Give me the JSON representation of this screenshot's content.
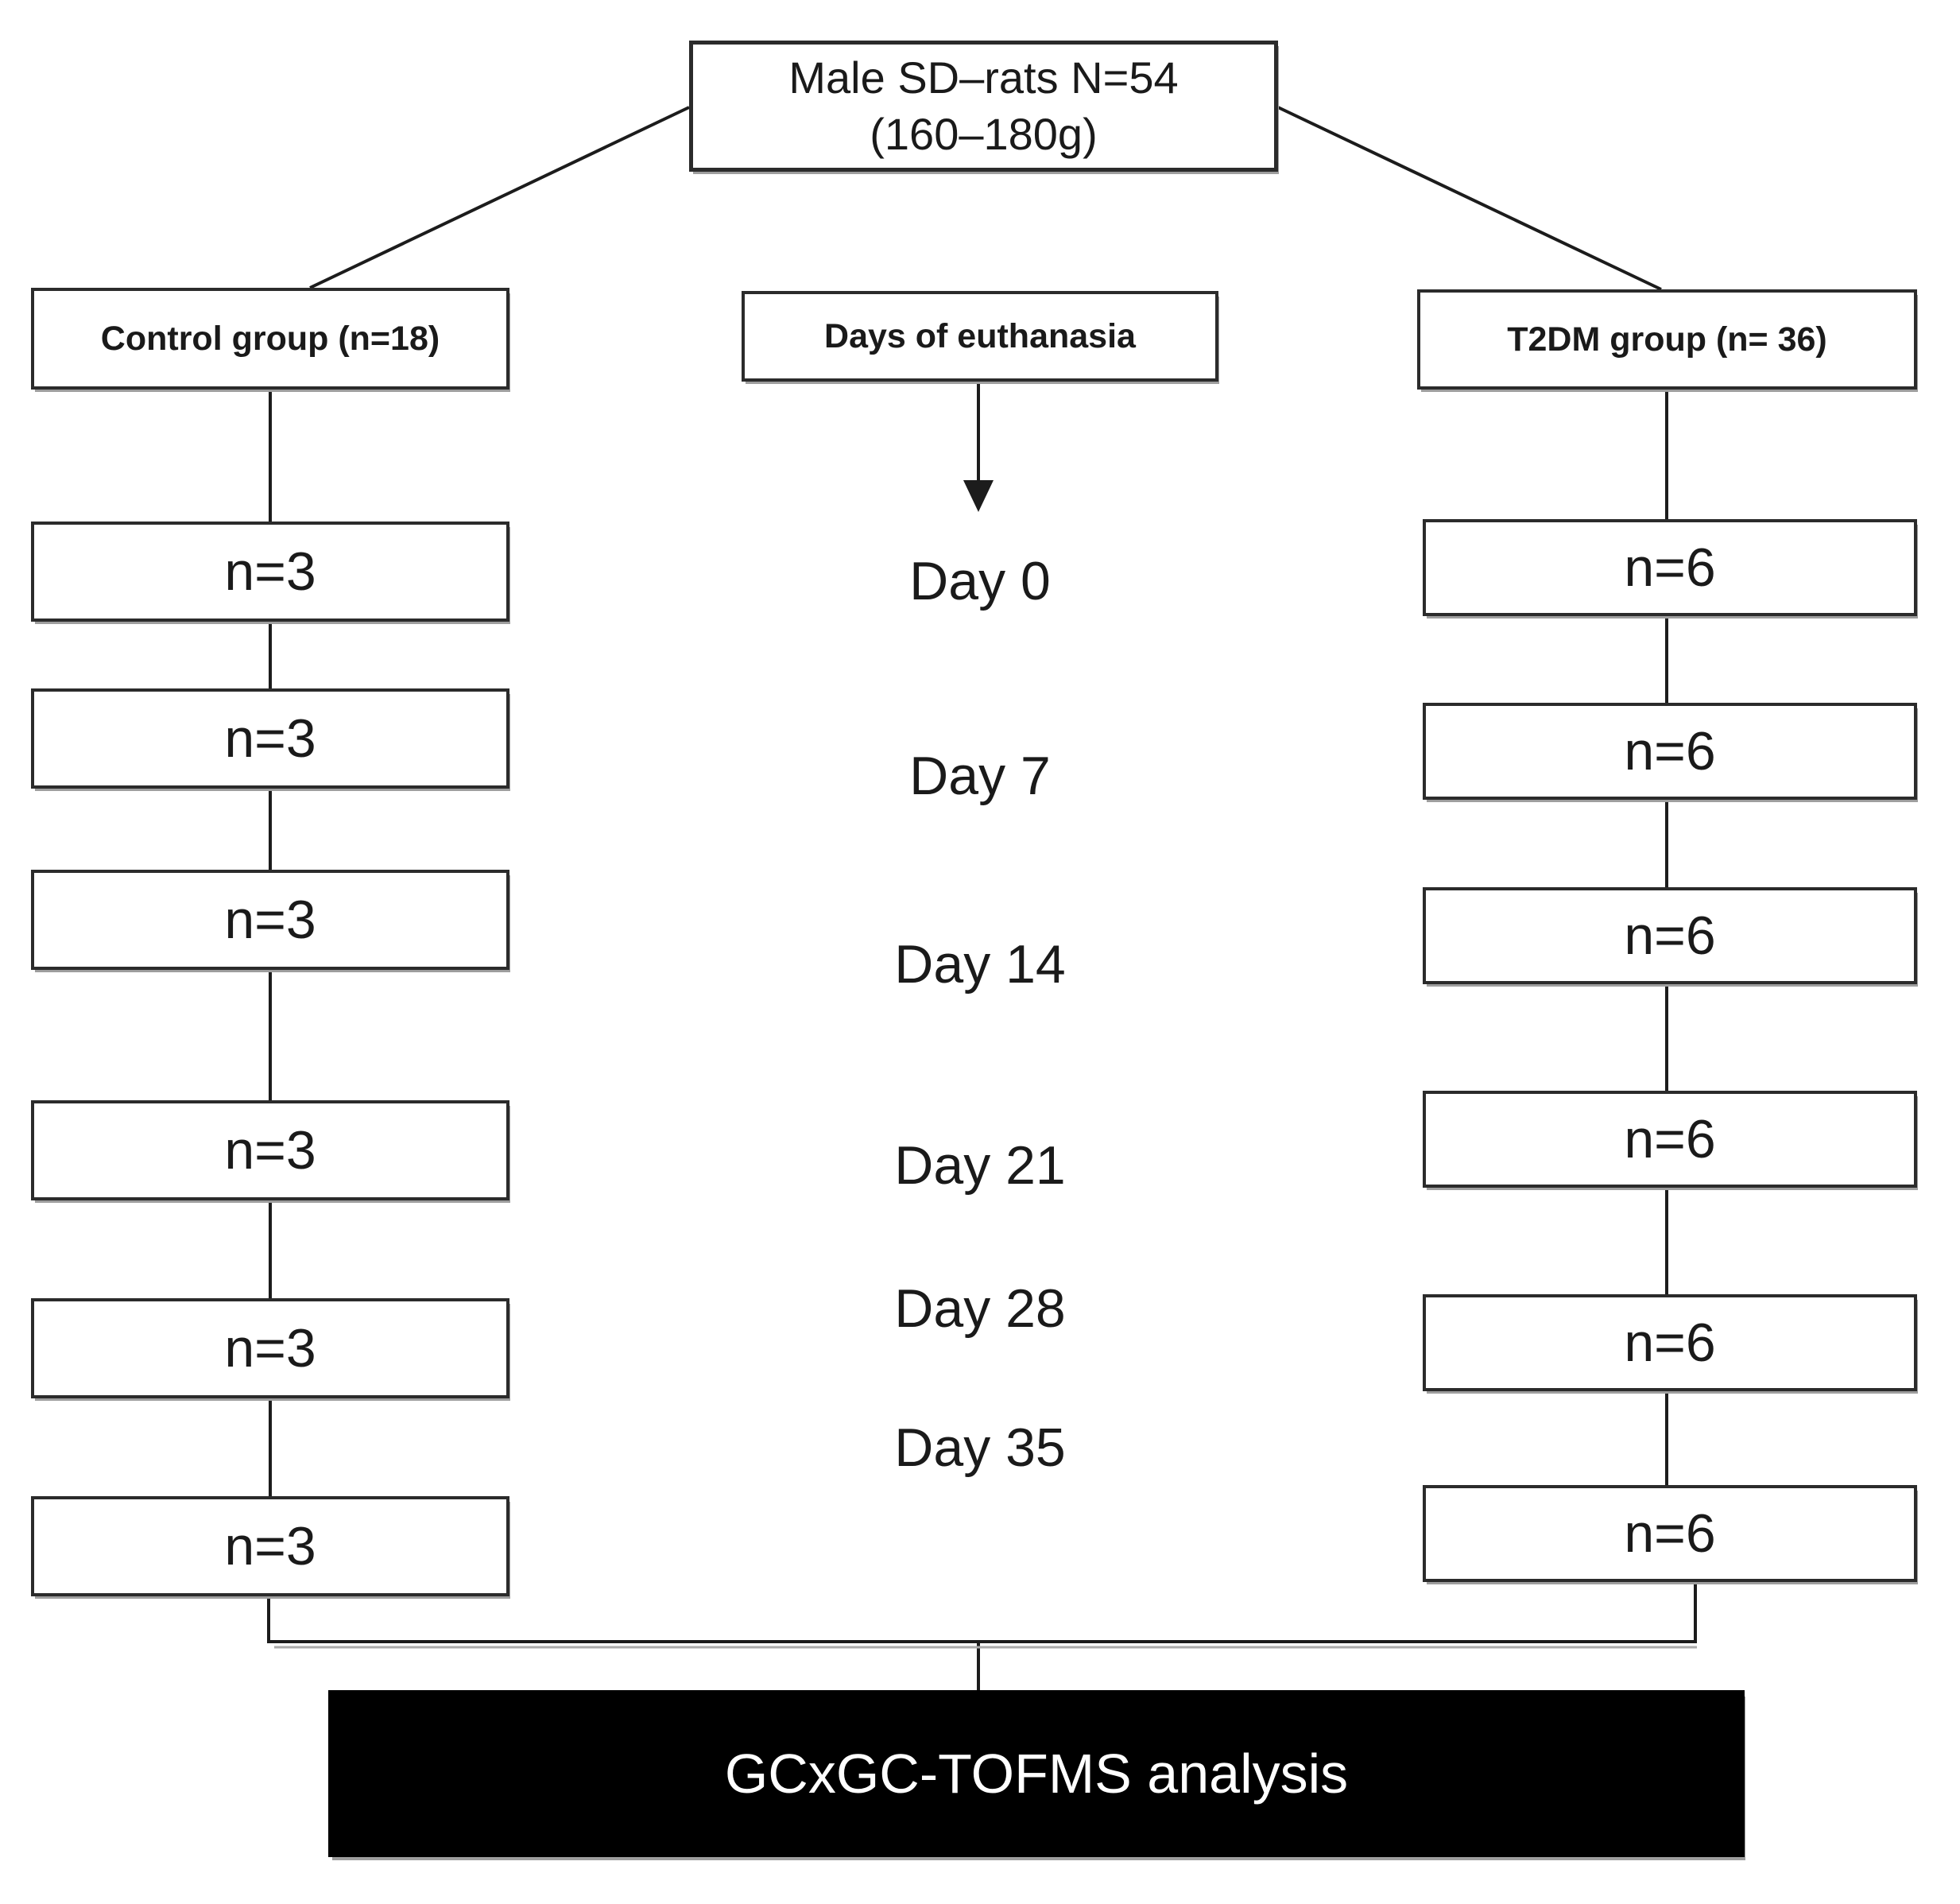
{
  "diagram": {
    "title_box": {
      "line1": "Male SD–rats N=54",
      "line2": "(160–180g)"
    },
    "columns": {
      "left": {
        "header": "Control group (n=18)",
        "boxes": [
          "n=3",
          "n=3",
          "n=3",
          "n=3",
          "n=3",
          "n=3"
        ]
      },
      "middle": {
        "header": "Days of euthanasia",
        "labels": [
          "Day 0",
          "Day 7",
          "Day 14",
          "Day 21",
          "Day 28",
          "Day 35"
        ]
      },
      "right": {
        "header": "T2DM group (n= 36)",
        "boxes": [
          "n=6",
          "n=6",
          "n=6",
          "n=6",
          "n=6",
          "n=6"
        ]
      }
    },
    "footer_box": "GCxGC-TOFMS analysis",
    "colors": {
      "line": "#1c1c1c",
      "box_border": "#2b2b2b",
      "box_shadow": "#9e9e9e",
      "footer_bg": "#000000",
      "footer_text": "#ffffff",
      "background": "#ffffff"
    }
  }
}
